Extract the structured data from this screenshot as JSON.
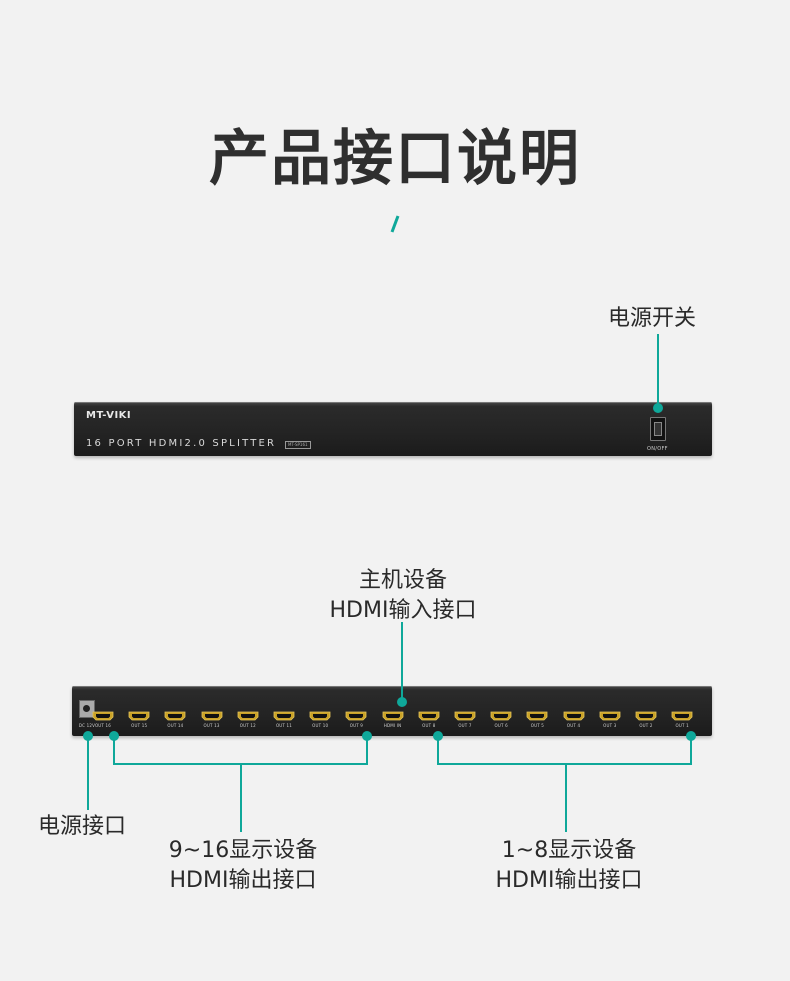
{
  "page": {
    "title": "产品接口说明",
    "accent_color": "#0fa89a"
  },
  "front_panel": {
    "brand": "MT-VIKI",
    "model_text": "16 PORT HDMI2.0 SPLITTER",
    "model_tag": "MT-SP161",
    "switch_label": "ON/OFF",
    "callout_power_switch": "电源开关"
  },
  "rear_panel": {
    "dc_label": "DC 12V",
    "hdmi_in_label": "HDMI IN",
    "left_ports": [
      "OUT 16",
      "OUT 15",
      "OUT 14",
      "OUT 13",
      "OUT 12",
      "OUT 11",
      "OUT 10",
      "OUT 9"
    ],
    "right_ports": [
      "OUT 8",
      "OUT 7",
      "OUT 6",
      "OUT 5",
      "OUT 4",
      "OUT 3",
      "OUT 2",
      "OUT 1"
    ],
    "callout_input": {
      "line1": "主机设备",
      "line2": "HDMI输入接口"
    },
    "callout_power_port": "电源接口",
    "callout_out_9_16": {
      "line1": "9~16显示设备",
      "line2": "HDMI输出接口"
    },
    "callout_out_1_8": {
      "line1": "1~8显示设备",
      "line2": "HDMI输出接口"
    }
  }
}
